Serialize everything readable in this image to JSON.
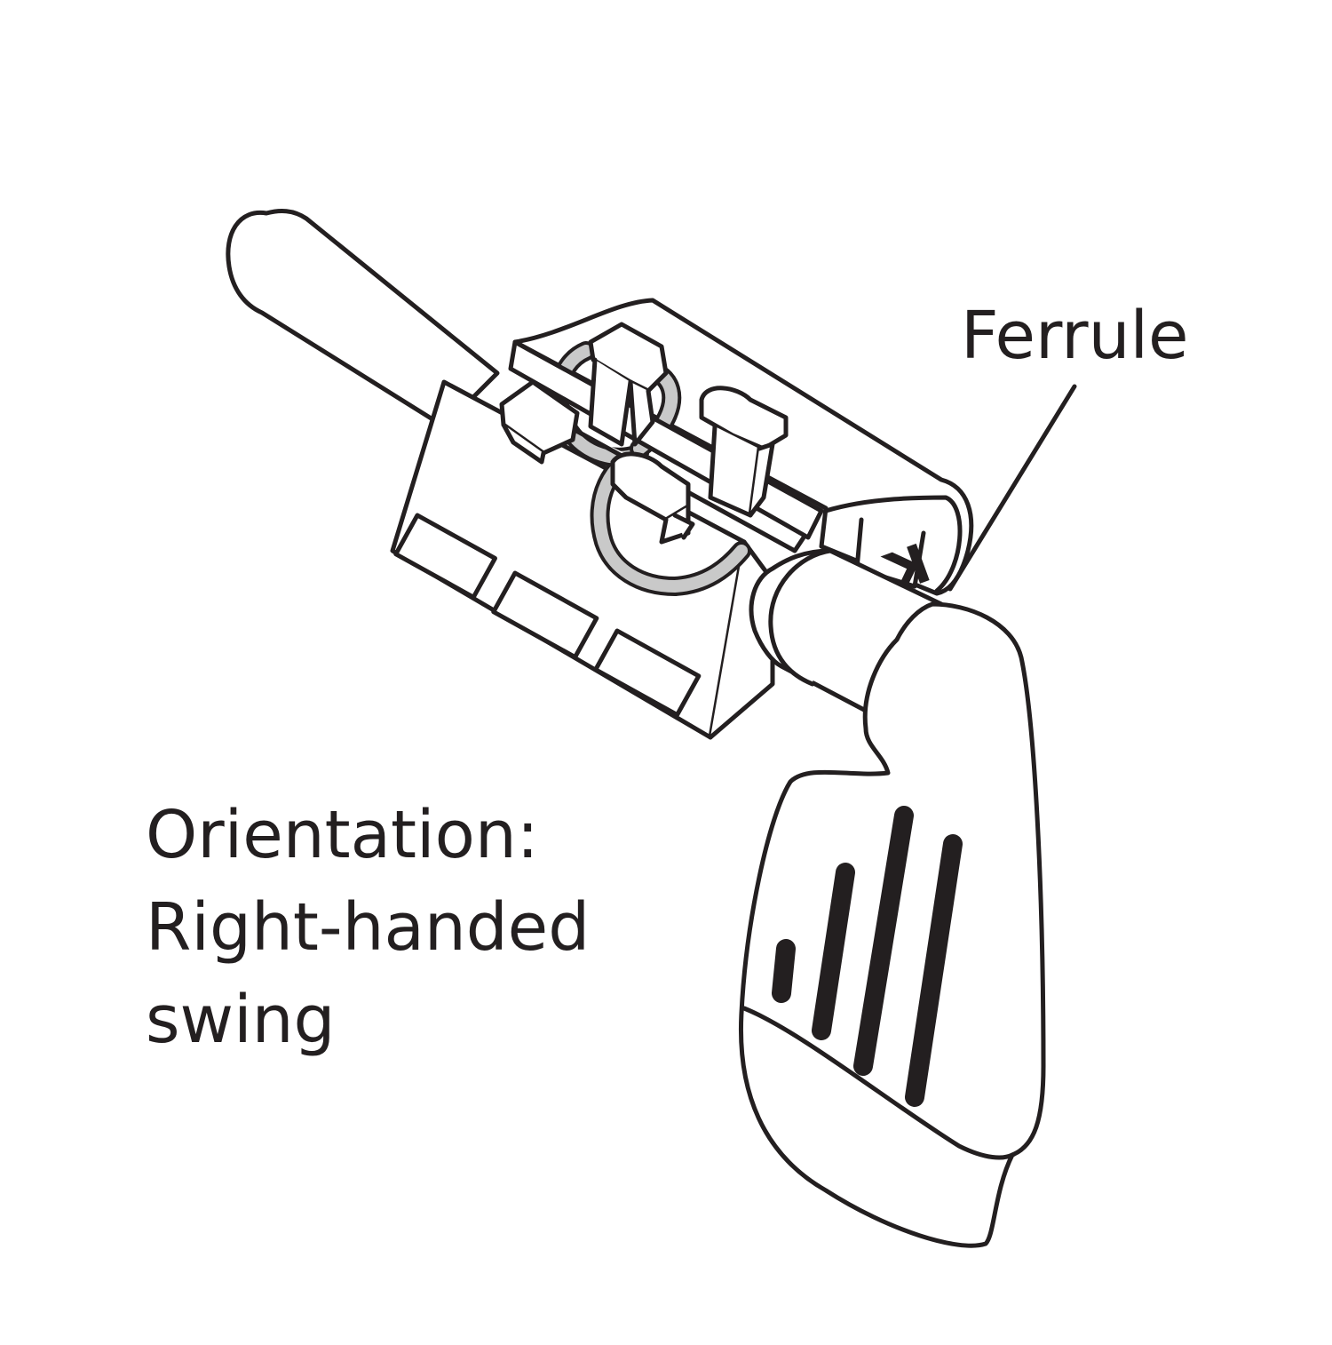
{
  "diagram": {
    "callout_label": "Ferrule",
    "orientation": {
      "line1": "Orientation:",
      "line2": "Right-handed",
      "line3": "swing"
    },
    "logo_letter": "K"
  },
  "colors": {
    "stroke": "#231f20",
    "fill": "#ffffff",
    "clamp_ring": "#c9c9c9",
    "text": "#231f20"
  }
}
